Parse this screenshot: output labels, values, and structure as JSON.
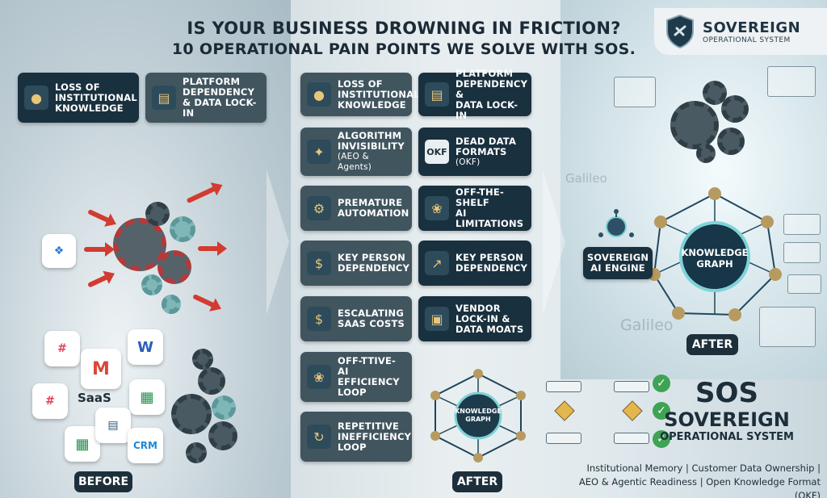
{
  "title": {
    "line1": "IS YOUR BUSINESS DROWNING IN FRICTION?",
    "line2": "10 OPERATIONAL PAIN POINTS WE SOLVE WITH SOS."
  },
  "brand": {
    "name": "SOVEREIGN",
    "tagline": "OPERATIONAL SYSTEM"
  },
  "left_tiles": [
    {
      "label": "LOSS OF INSTITUTIONAL KNOWLEDGE",
      "icon": "person-icon"
    },
    {
      "label": "PLATFORM DEPENDENCY & DATA LOCK-IN",
      "icon": "server-icon"
    }
  ],
  "pain_points": [
    {
      "line1": "LOSS OF",
      "line2": "INSTITUTIONAL",
      "line3": "KNOWLEDGE",
      "icon": "person-icon"
    },
    {
      "line1": "PLATFORM",
      "line2": "DEPENDENCY &",
      "line3": "DATA LOCK-IN",
      "icon": "server-icon"
    },
    {
      "line1": "ALGORITHM",
      "line2": "INVISIBILITY",
      "line3": "(AEO & Agents)",
      "icon": "network-icon"
    },
    {
      "line1": "DEAD DATA",
      "line2": "FORMATS",
      "line3": "(OKF)",
      "icon": "okf-file-icon"
    },
    {
      "line1": "PREMATURE",
      "line2": "AUTOMATION",
      "line3": "",
      "icon": "robot-gear-icon"
    },
    {
      "line1": "OFF-THE-SHELF",
      "line2": "AI LIMITATIONS",
      "line3": "",
      "icon": "brain-icon"
    },
    {
      "line1": "KEY PERSON",
      "line2": "DEPENDENCY",
      "line3": "",
      "icon": "person-dollar-icon"
    },
    {
      "line1": "KEY PERSON",
      "line2": "DEPENDENCY",
      "line3": "",
      "icon": "growth-chart-icon"
    },
    {
      "line1": "ESCALATING",
      "line2": "SAAS COSTS",
      "line3": "",
      "icon": "person-money-icon"
    },
    {
      "line1": "VENDOR",
      "line2": "LOCK-IN &",
      "line3": "DATA MOATS",
      "icon": "lock-icon"
    },
    {
      "line1": "OFF-TTIVE-",
      "line2": "AI EFFICIENCY",
      "line3": "LOOP",
      "icon": "brain-circuit-icon"
    },
    {
      "line1": "REPETITIVE",
      "line2": "INEFFICIENCY",
      "line3": "LOOP",
      "icon": "cycle-icon"
    }
  ],
  "before_label": "BEFORE",
  "after_label_center": "AFTER",
  "after_label_right": "AFTER",
  "saas_label": "SaaS",
  "crm_label": "CRM",
  "okf_icon_text": "OKF",
  "app_icons": [
    "slack-icon",
    "gmail-icon",
    "word-icon",
    "sheets-icon",
    "dropbox-icon"
  ],
  "knowledge_graph_center": "KNOWLEDGE GRAPH",
  "knowledge_graph_right": "KNOWLEDGE GRAPH",
  "engine_label": "SOVEREIGN AI ENGINE",
  "watermark_1": "Galileo",
  "watermark_2": "Galileo",
  "sos": {
    "big": "SOS",
    "name": "SOVEREIGN",
    "sub": "OPERATIONAL SYSTEM"
  },
  "footer": {
    "line1": "Institutional Memory | Customer Data Ownership |",
    "line2": "AEO & Agentic Readiness | Open Knowledge Format (OKF)"
  },
  "colors": {
    "tile_dark": "#19303f",
    "tile_mid": "#41555f",
    "accent_red": "#d23b30",
    "accent_teal": "#7fd3d6",
    "check_green": "#3ea354"
  }
}
